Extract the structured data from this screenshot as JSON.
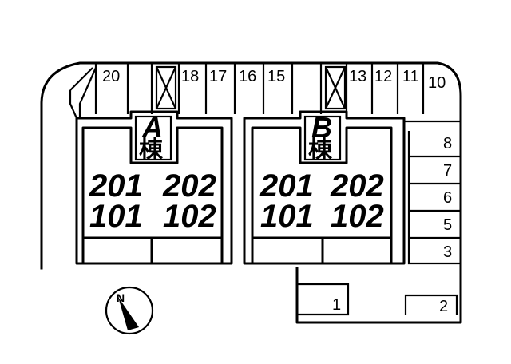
{
  "parking_top": [
    "20",
    "18",
    "17",
    "16",
    "15",
    "13",
    "12",
    "11",
    "10"
  ],
  "parking_right": [
    "8",
    "7",
    "6",
    "5",
    "3"
  ],
  "parking_bottom": [
    "1",
    "2"
  ],
  "buildings": [
    {
      "letter": "A",
      "kanji": "棟",
      "units_upper": [
        "201",
        "202"
      ],
      "units_lower": [
        "101",
        "102"
      ]
    },
    {
      "letter": "B",
      "kanji": "棟",
      "units_upper": [
        "201",
        "202"
      ],
      "units_lower": [
        "101",
        "102"
      ]
    }
  ],
  "compass": {
    "label": "N"
  }
}
